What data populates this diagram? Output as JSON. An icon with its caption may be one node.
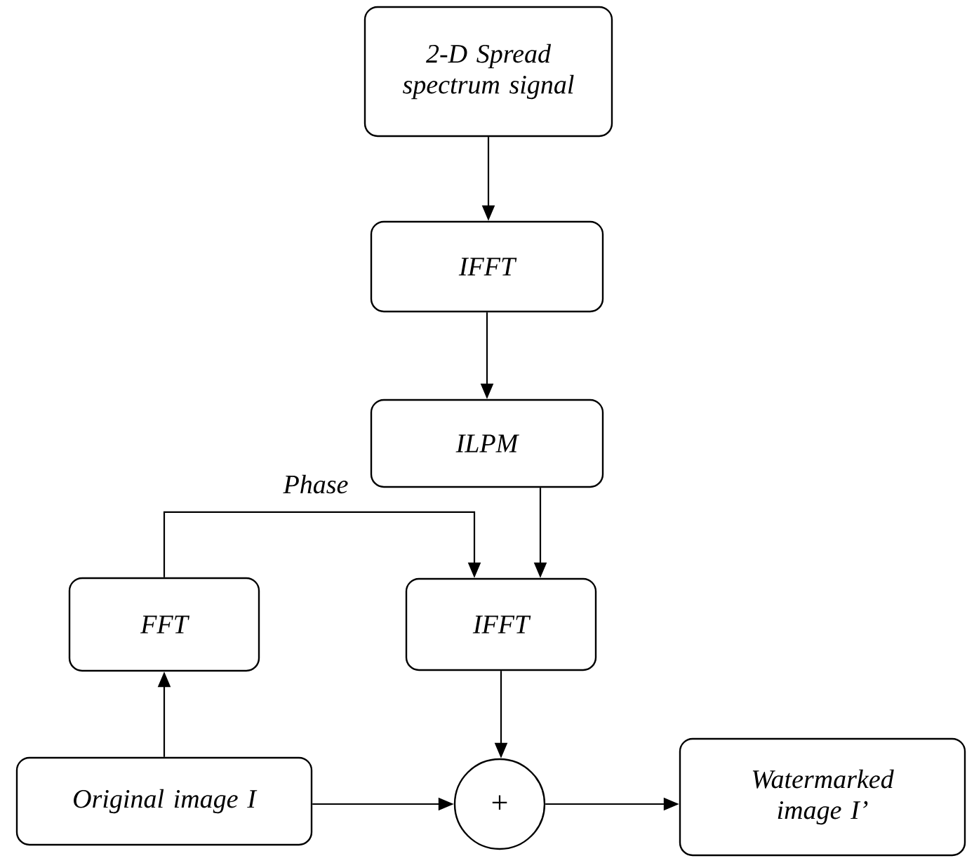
{
  "diagram": {
    "nodes": [
      {
        "text": [
          "2-D Spread spectrum signal"
        ]
      },
      {
        "text": [
          "IFFT"
        ]
      },
      {
        "text": [
          "ILPM"
        ]
      },
      {
        "text": [
          "FFT"
        ]
      },
      {
        "text": [
          "IFFT"
        ]
      },
      {
        "text": [
          "Original image I"
        ]
      },
      {
        "text": [
          "+"
        ]
      },
      {
        "text": [
          "Watermarked image I’"
        ]
      }
    ],
    "edges": [
      {
        "from": 0,
        "to": 1,
        "arrow": "to"
      },
      {
        "from": 1,
        "to": 2,
        "arrow": "to"
      },
      {
        "from": 2,
        "to": 4,
        "arrow": "to"
      },
      {
        "from": 3,
        "to": 4,
        "arrow": "to",
        "label": "Phase"
      },
      {
        "from": 5,
        "to": 3,
        "arrow": "to"
      },
      {
        "from": 4,
        "to": 6,
        "arrow": "to"
      },
      {
        "from": 5,
        "to": 6,
        "arrow": "to"
      },
      {
        "from": 6,
        "to": 7,
        "arrow": "to"
      }
    ]
  }
}
